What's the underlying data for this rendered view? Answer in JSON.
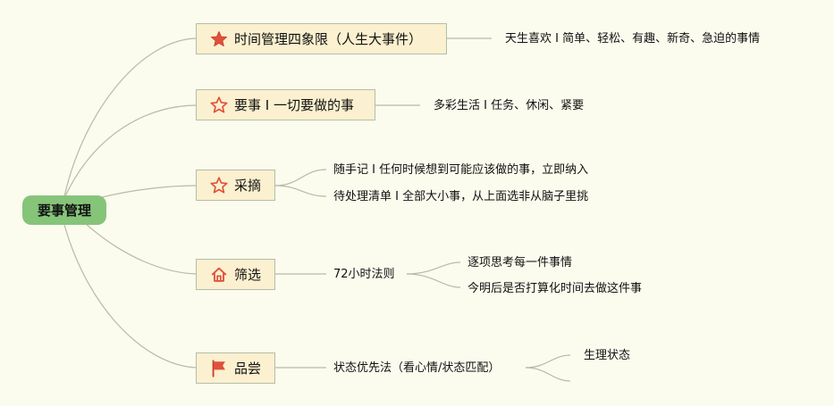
{
  "root": {
    "label": "要事管理"
  },
  "branches": [
    {
      "label": "时间管理四象限（人生大事件）",
      "icon": "filled-star-icon",
      "children": [
        "天生喜欢 I 简单、轻松、有趣、新奇、急迫的事情"
      ]
    },
    {
      "label": "要事 I 一切要做的事",
      "icon": "outline-star-icon",
      "children": [
        "多彩生活 I 任务、休闲、紧要"
      ]
    },
    {
      "label": "采摘",
      "icon": "outline-star-icon",
      "children": [
        "随手记 I 任何时候想到可能应该做的事，立即纳入",
        "待处理清单 I 全部大小事，从上面选非从脑子里挑"
      ]
    },
    {
      "label": "筛选",
      "icon": "home-icon",
      "children": [
        "72小时法则"
      ],
      "grandchildren": [
        "逐项思考每一件事情",
        "今明后是否打算化时间去做这件事"
      ]
    },
    {
      "label": "品尝",
      "icon": "red-flag-icon",
      "children": [
        "状态优先法（看心情/状态匹配）"
      ],
      "grandchildren": [
        "生理状态",
        ""
      ]
    }
  ],
  "colors": {
    "root": "#86c47a",
    "node_bg": "#fbf0cf",
    "node_border": "#b4bea8",
    "line": "#b9b9a6",
    "icon_red": "#e0503a"
  }
}
